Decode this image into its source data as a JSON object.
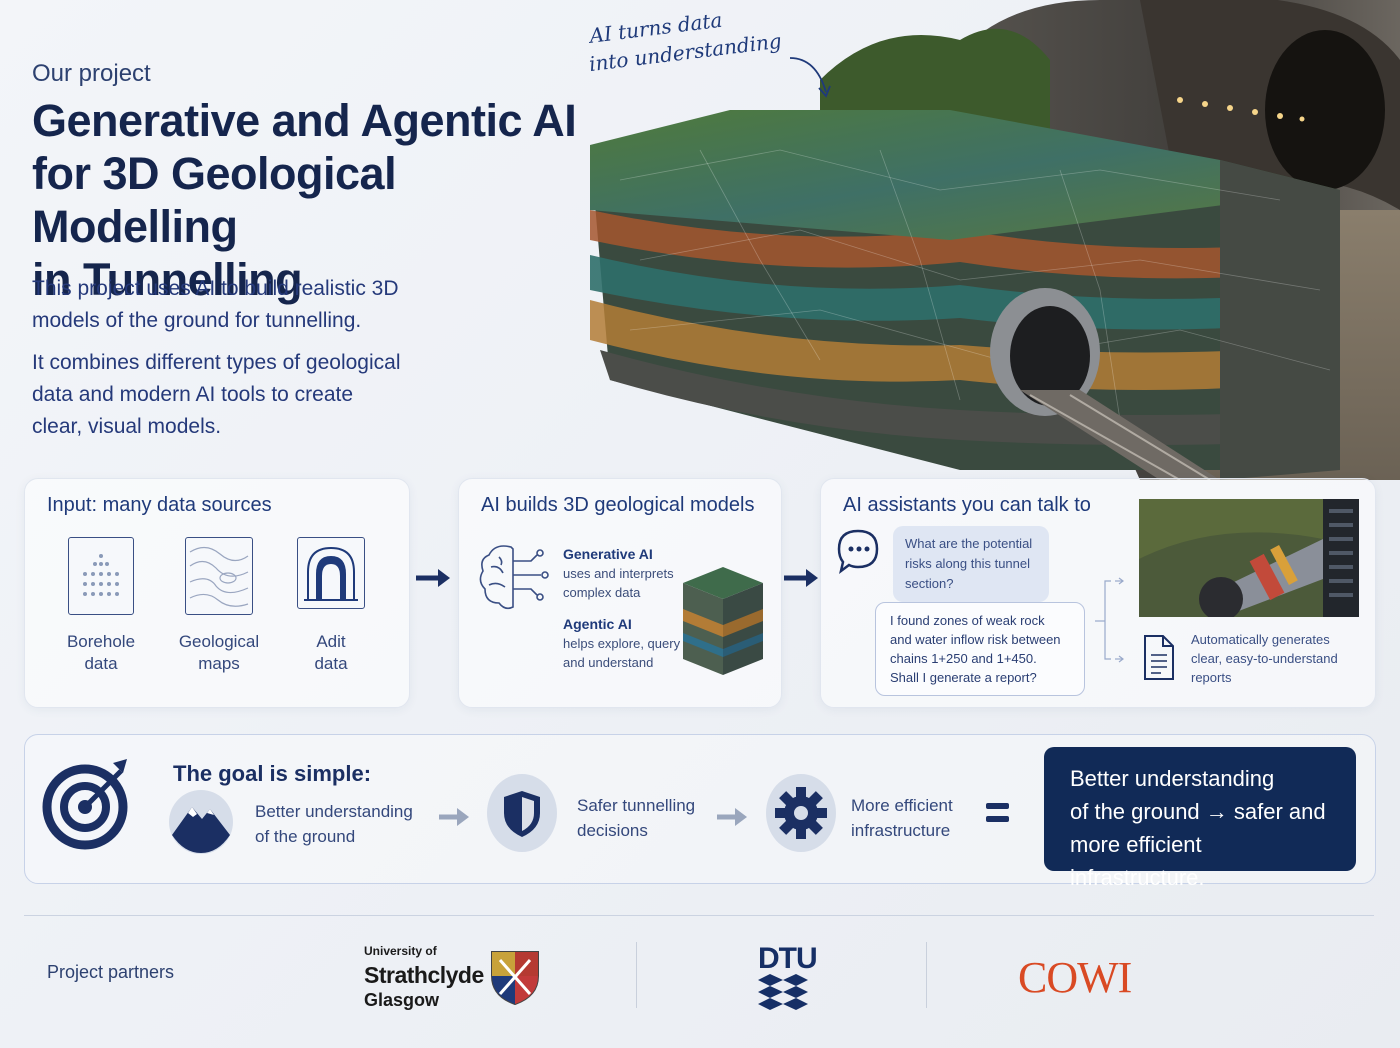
{
  "header": {
    "eyebrow": "Our project",
    "title_line1": "Generative and Agentic AI",
    "title_line2": "for 3D Geological Modelling",
    "title_line3": "in Tunnelling",
    "para1_line1": "This project uses AI to build realistic 3D",
    "para1_line2": "models of the ground for tunnelling.",
    "para2_line1": "It combines different types of geological",
    "para2_line2": "data and modern AI tools to create",
    "para2_line3": "clear, visual models."
  },
  "annotation": {
    "line1": "AI turns data",
    "line2": "into understanding"
  },
  "input_card": {
    "heading": "Input: many data sources",
    "sources": [
      {
        "line1": "Borehole",
        "line2": "data",
        "icon": "borehole-grid-icon"
      },
      {
        "line1": "Geological",
        "line2": "maps",
        "icon": "contour-map-icon"
      },
      {
        "line1": "Adit",
        "line2": "data",
        "icon": "tunnel-portal-icon"
      }
    ]
  },
  "ai_card": {
    "heading": "AI builds 3D geological models",
    "generative_title": "Generative AI",
    "generative_l1": "uses and interprets",
    "generative_l2": "complex data",
    "agentic_title": "Agentic AI",
    "agentic_l1": "helps explore, query",
    "agentic_l2": "and understand"
  },
  "assistant_card": {
    "heading": "AI assistants you can talk to",
    "question_l1": "What are the potential",
    "question_l2": "risks along this tunnel",
    "question_l3": "section?",
    "answer_l1": "I found zones of weak rock",
    "answer_l2": "and water inflow risk between",
    "answer_l3": "chains 1+250 and 1+450.",
    "answer_l4": "Shall I generate a report?",
    "report_l1": "Automatically generates",
    "report_l2": "clear, easy-to-understand",
    "report_l3": "reports"
  },
  "goal": {
    "heading": "The goal is simple:",
    "step1_l1": "Better understanding",
    "step1_l2": "of the ground",
    "step2_l1": "Safer tunnelling",
    "step2_l2": "decisions",
    "step3_l1": "More efficient",
    "step3_l2": "infrastructure",
    "result_l1": "Better understanding",
    "result_l2": "of the ground → safer and",
    "result_l3": "more efficient infrastructure."
  },
  "footer": {
    "label": "Project partners",
    "strath_small": "University of",
    "strath_big": "Strathclyde",
    "strath_city": "Glasgow",
    "dtu": "DTU",
    "cowi": "COWI"
  },
  "colors": {
    "navy": "#112a57",
    "text_blue": "#1f3a7a",
    "cowi_orange": "#d94a24"
  }
}
